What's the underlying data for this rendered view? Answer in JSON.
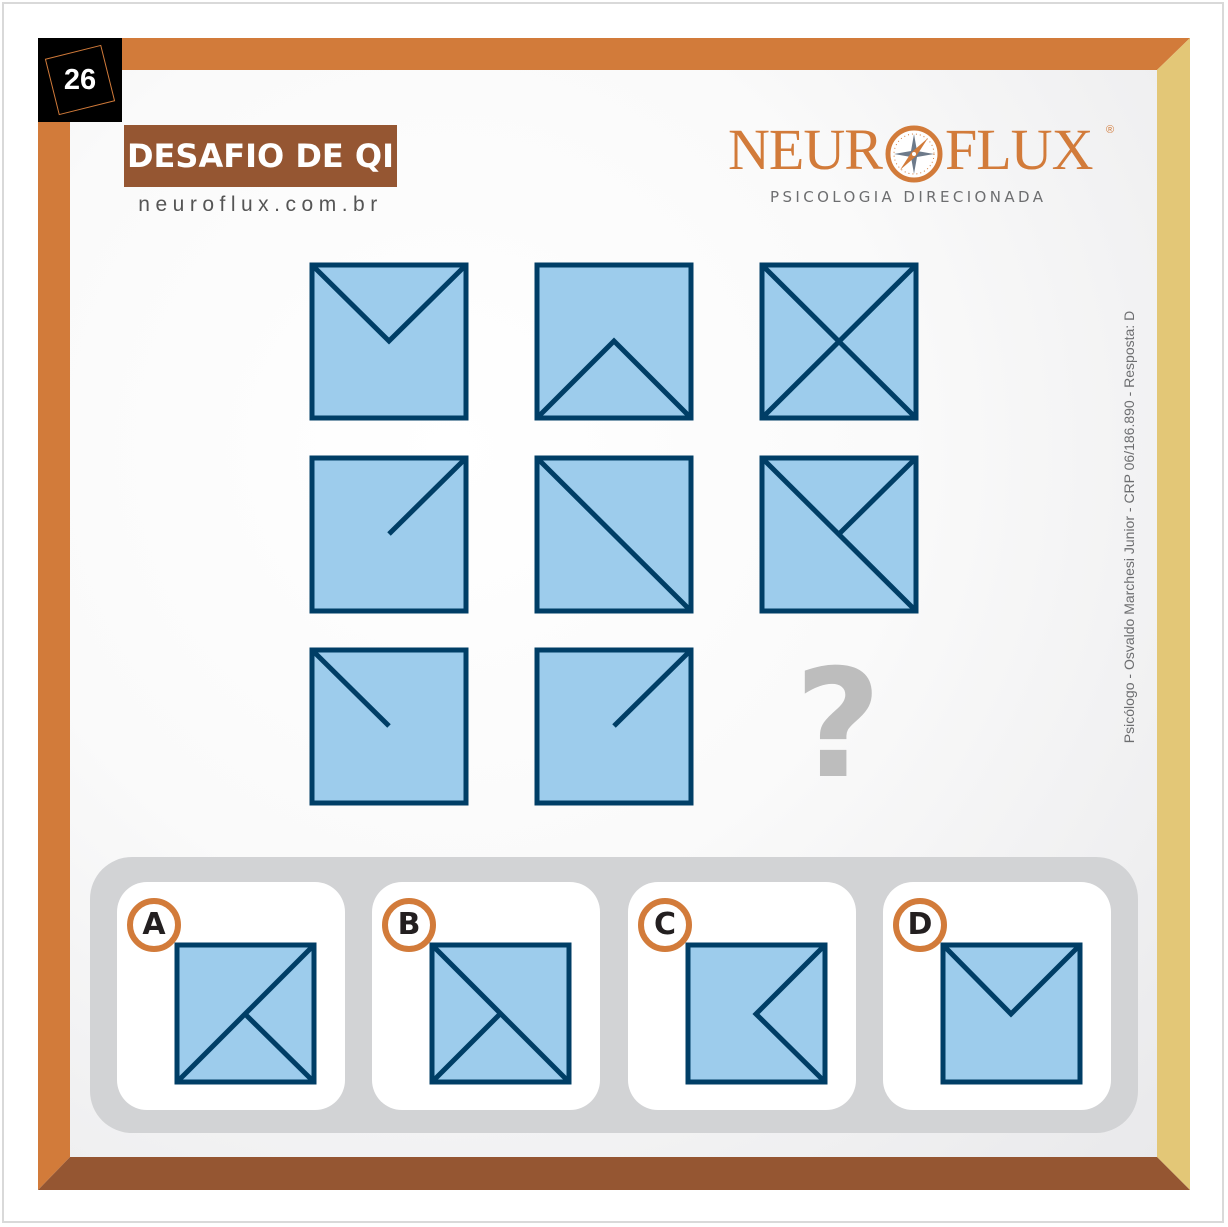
{
  "badge": {
    "number": "26"
  },
  "header": {
    "title": "DESAFIO DE QI",
    "url": "neuroflux.com.br"
  },
  "logo": {
    "brand_left": "NEUR",
    "brand_right": "FLUX",
    "registered": "®",
    "tagline": "PSICOLOGIA DIRECIONADA",
    "icon": "compass-icon"
  },
  "credit": "Psicólogo - Osvaldo Marchesi Junior - CRP 06/186.890 - Resposta: D",
  "colors": {
    "frame_top_left": "#D27B3A",
    "frame_right": "#E3C777",
    "frame_bottom": "#955632",
    "title_bg": "#955632",
    "square_fill": "#9DCCEC",
    "square_stroke": "#003E66",
    "answer_panel": "#D2D3D5",
    "letter_ring": "#D27B3A",
    "question_mark": "#BDBDBD"
  },
  "grid": {
    "rows": [
      [
        {
          "lines": [
            "top-left-to-center",
            "top-right-to-center"
          ]
        },
        {
          "lines": [
            "bottom-left-to-center",
            "bottom-right-to-center"
          ]
        },
        {
          "lines": [
            "top-left-to-center",
            "top-right-to-center",
            "bottom-left-to-center",
            "bottom-right-to-center"
          ]
        }
      ],
      [
        {
          "lines": [
            "top-right-to-center"
          ]
        },
        {
          "lines": [
            "top-left-to-center",
            "bottom-right-to-center"
          ]
        },
        {
          "lines": [
            "top-left-to-center",
            "top-right-to-center",
            "bottom-right-to-center"
          ]
        }
      ],
      [
        {
          "lines": [
            "top-left-to-center"
          ]
        },
        {
          "lines": [
            "top-right-to-center"
          ]
        },
        {
          "missing": true,
          "symbol": "?"
        }
      ]
    ]
  },
  "answers": [
    {
      "letter": "A",
      "lines": [
        "top-right-to-center",
        "bottom-left-to-center",
        "bottom-right-to-center"
      ]
    },
    {
      "letter": "B",
      "lines": [
        "top-left-to-center",
        "bottom-left-to-center",
        "bottom-right-to-center"
      ]
    },
    {
      "letter": "C",
      "lines": [
        "top-right-to-center",
        "bottom-right-to-center"
      ]
    },
    {
      "letter": "D",
      "lines": [
        "top-left-to-center",
        "top-right-to-center"
      ]
    }
  ],
  "question_mark": "?"
}
